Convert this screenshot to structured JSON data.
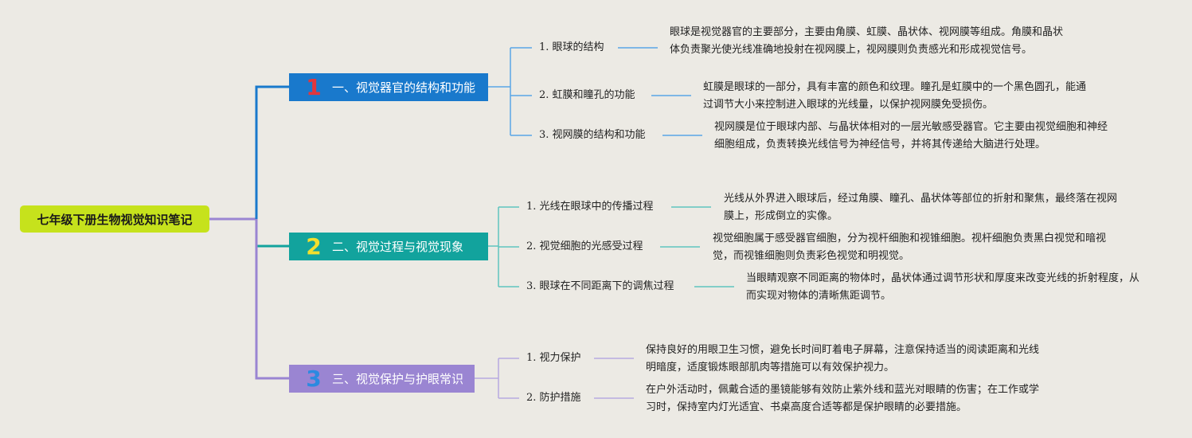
{
  "root": {
    "label": "七年级下册生物视觉知识笔记"
  },
  "branches": [
    {
      "num": "1",
      "label": "一、视觉器官的结构和功能",
      "topics": [
        {
          "label": "1. 眼球的结构",
          "desc": "眼球是视觉器官的主要部分，主要由角膜、虹膜、晶状体、视网膜等组成。角膜和晶状体负责聚光使光线准确地投射在视网膜上，视网膜则负责感光和形成视觉信号。"
        },
        {
          "label": "2. 虹膜和瞳孔的功能",
          "desc": "虹膜是眼球的一部分，具有丰富的颜色和纹理。瞳孔是虹膜中的一个黑色圆孔，能通过调节大小来控制进入眼球的光线量，以保护视网膜免受损伤。"
        },
        {
          "label": "3. 视网膜的结构和功能",
          "desc": "视网膜是位于眼球内部、与晶状体相对的一层光敏感受器官。它主要由视觉细胞和神经细胞组成，负责转换光线信号为神经信号，并将其传递给大脑进行处理。"
        }
      ]
    },
    {
      "num": "2",
      "label": "二、视觉过程与视觉现象",
      "topics": [
        {
          "label": "1. 光线在眼球中的传播过程",
          "desc": "光线从外界进入眼球后，经过角膜、瞳孔、晶状体等部位的折射和聚焦，最终落在视网膜上，形成倒立的实像。"
        },
        {
          "label": "2. 视觉细胞的光感受过程",
          "desc": "视觉细胞属于感受器官细胞，分为视杆细胞和视锥细胞。视杆细胞负责黑白视觉和暗视觉，而视锥细胞则负责彩色视觉和明视觉。"
        },
        {
          "label": "3. 眼球在不同距离下的调焦过程",
          "desc": "当眼睛观察不同距离的物体时，晶状体通过调节形状和厚度来改变光线的折射程度，从而实现对物体的清晰焦距调节。"
        }
      ]
    },
    {
      "num": "3",
      "label": "三、视觉保护与护眼常识",
      "topics": [
        {
          "label": "1. 视力保护",
          "desc": "保持良好的用眼卫生习惯，避免长时间盯着电子屏幕，注意保持适当的阅读距离和光线明暗度，适度锻炼眼部肌肉等措施可以有效保护视力。"
        },
        {
          "label": "2. 防护措施",
          "desc": "在户外活动时，佩戴合适的墨镜能够有效防止紫外线和蓝光对眼睛的伤害；在工作或学习时，保持室内灯光适宜、书桌高度合适等都是保护眼睛的必要措施。"
        }
      ]
    }
  ],
  "colors": {
    "background": "#eceae4",
    "root": "#c6e21c",
    "branch1": "#1979cc",
    "branch2": "#12a39d",
    "branch3": "#9a85d2",
    "num1": "#e2363d",
    "num2": "#f3df2e",
    "num3": "#2c8ae0"
  }
}
